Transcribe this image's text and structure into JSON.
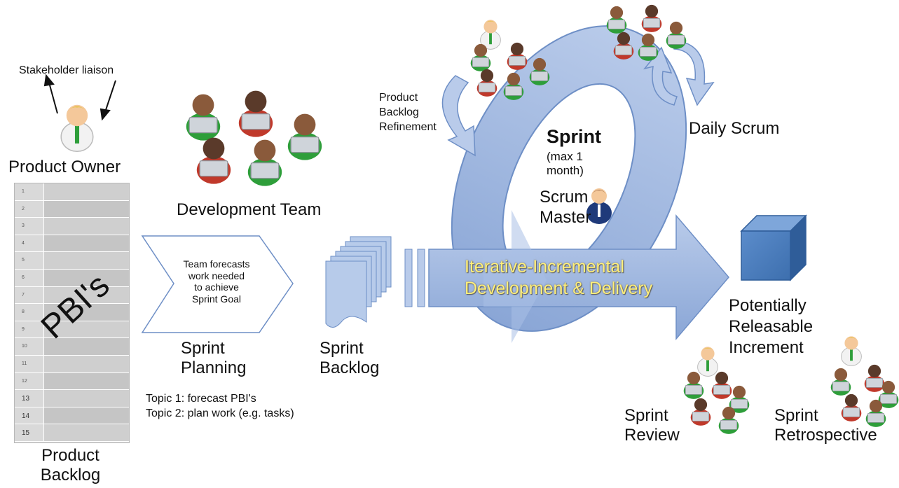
{
  "product_owner": {
    "liaison": "Stakeholder liaison",
    "title": "Product Owner"
  },
  "product_backlog": {
    "rows": [
      "1",
      "2",
      "3",
      "4",
      "5",
      "6",
      "7",
      "8",
      "9",
      "10",
      "11",
      "12",
      "13",
      "14",
      "15"
    ],
    "overlay": "PBI's",
    "title_line1": "Product",
    "title_line2": "Backlog"
  },
  "development_team": {
    "title": "Development Team"
  },
  "sprint_planning": {
    "box_line1": "Team forecasts",
    "box_line2": "work needed",
    "box_line3": "to achieve",
    "box_line4": "Sprint Goal",
    "title_line1": "Sprint",
    "title_line2": "Planning",
    "topic1": "Topic 1: forecast PBI's",
    "topic2": "Topic 2: plan work (e.g. tasks)"
  },
  "sprint_backlog": {
    "title_line1": "Sprint",
    "title_line2": "Backlog"
  },
  "refinement": {
    "line1": "Product",
    "line2": "Backlog",
    "line3": "Refinement"
  },
  "sprint": {
    "title": "Sprint",
    "duration_line1": "(max 1",
    "duration_line2": "month)",
    "master_line1": "Scrum",
    "master_line2": "Master"
  },
  "daily_scrum": {
    "title": "Daily Scrum"
  },
  "big_arrow": {
    "line1": "Iterative-Incremental",
    "line2": "Development & Delivery"
  },
  "increment": {
    "line1": "Potentially",
    "line2": "Releasable",
    "line3": "Increment"
  },
  "sprint_review": {
    "line1": "Sprint",
    "line2": "Review"
  },
  "sprint_retrospective": {
    "line1": "Sprint",
    "line2": "Retrospective"
  },
  "colors": {
    "arrow_blue": "#9db6e0",
    "arrow_stroke": "#6e8fc6",
    "arrow_text": "#ffef7a",
    "box_blue": "#4f82c3",
    "person_green": "#2e9e3a",
    "person_red": "#c0392b"
  }
}
